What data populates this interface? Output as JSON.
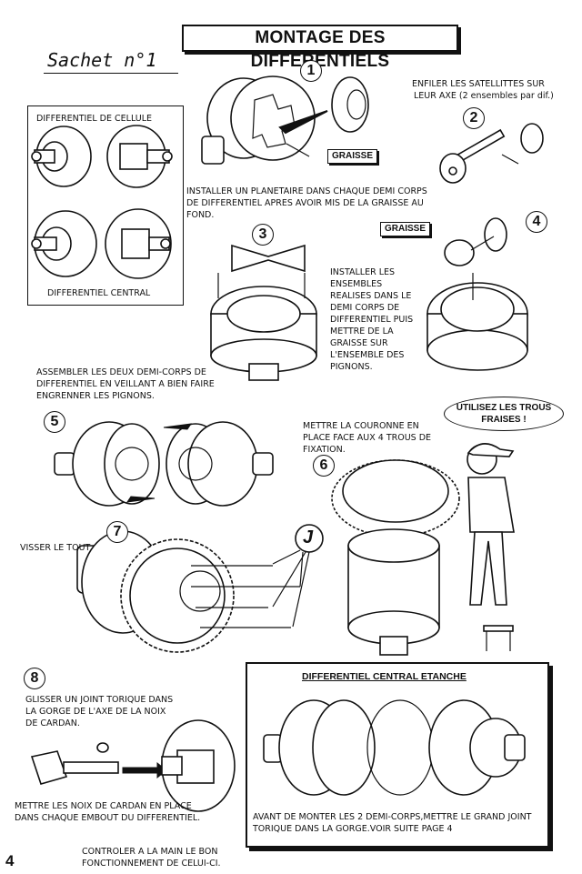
{
  "header": {
    "title": "MONTAGE DES DIFFERENTIELS",
    "sachet": "Sachet n°1"
  },
  "box1": {
    "label_top": "DIFFERENTIEL DE CELLULE",
    "label_bottom": "DIFFERENTIEL CENTRAL"
  },
  "steps": {
    "s1": {
      "num": "1",
      "tag": "GRAISSE",
      "text": "INSTALLER UN PLANETAIRE DANS CHAQUE DEMI CORPS DE DIFFERENTIEL APRES AVOIR MIS DE LA GRAISSE AU FOND."
    },
    "s2": {
      "num": "2",
      "text_a": "ENFILER LES SATELLITTES SUR",
      "text_b": "LEUR AXE (2 ensembles par dif.)"
    },
    "s3": {
      "num": "3",
      "text": "INSTALLER LES ENSEMBLES REALISES DANS LE DEMI CORPS DE DIFFERENTIEL PUIS METTRE DE LA GRAISSE SUR L'ENSEMBLE DES PIGNONS."
    },
    "s4": {
      "num": "4",
      "tag": "GRAISSE"
    },
    "s5": {
      "num": "5",
      "text": "ASSEMBLER LES DEUX DEMI-CORPS DE DIFFERENTIEL EN VEILLANT A BIEN FAIRE ENGRENNER LES PIGNONS."
    },
    "s6": {
      "num": "6",
      "text": "METTRE LA COURONNE EN PLACE FACE AUX 4 TROUS DE FIXATION.",
      "bubble_a": "UTILISEZ LES TROUS",
      "bubble_b": "FRAISES !"
    },
    "s7": {
      "num": "7",
      "text": "VISSER LE TOUT",
      "part_letter": "J"
    },
    "s8": {
      "num": "8",
      "text_a": "GLISSER UN JOINT TORIQUE DANS LA GORGE DE L'AXE DE LA NOIX DE CARDAN.",
      "text_b": "METTRE LES NOIX DE CARDAN EN PLACE DANS CHAQUE EMBOUT DU DIFFERENTIEL.",
      "text_c": "CONTROLER A LA MAIN LE BON FONCTIONNEMENT DE CELUI-CI."
    }
  },
  "box8": {
    "title": "DIFFERENTIEL CENTRAL ETANCHE",
    "text": "AVANT DE MONTER LES 2 DEMI-CORPS,METTRE LE GRAND JOINT TORIQUE DANS LA GORGE.VOIR SUITE PAGE 4"
  },
  "page_number": "4"
}
